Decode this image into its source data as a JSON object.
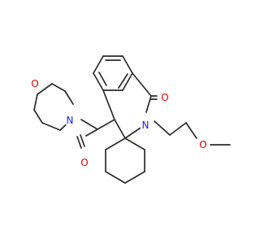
{
  "colors": {
    "background": "#ffffff",
    "bond": "#2b2b2b",
    "oxygen": "#e00000",
    "nitrogen": "#1a1aff"
  },
  "atoms": {
    "morpholine_o": "O",
    "morpholine_n": "N",
    "amide_o": "O",
    "lactam_o": "O",
    "lactam_n": "N",
    "ether_o": "O"
  }
}
